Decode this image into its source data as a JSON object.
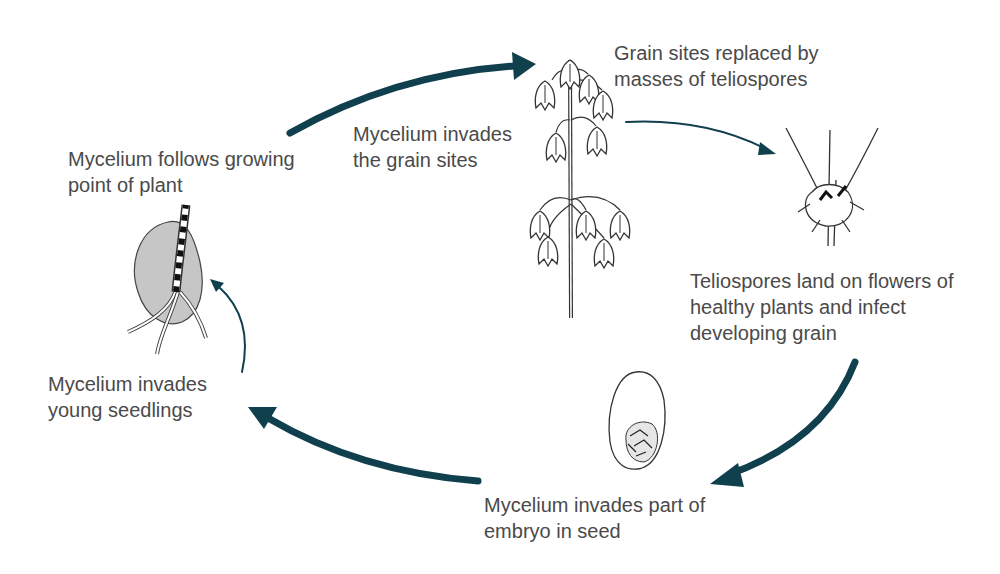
{
  "diagram": {
    "labels": [
      "Mycelium follows growing point of plant",
      "Mycelium invades the grain sites",
      "Grain sites replaced by masses of teliospores",
      "Teliospores land on flowers of healthy plants and infect developing grain",
      "Mycelium invades part of embryo in seed",
      "Mycelium invades young seedlings"
    ]
  }
}
